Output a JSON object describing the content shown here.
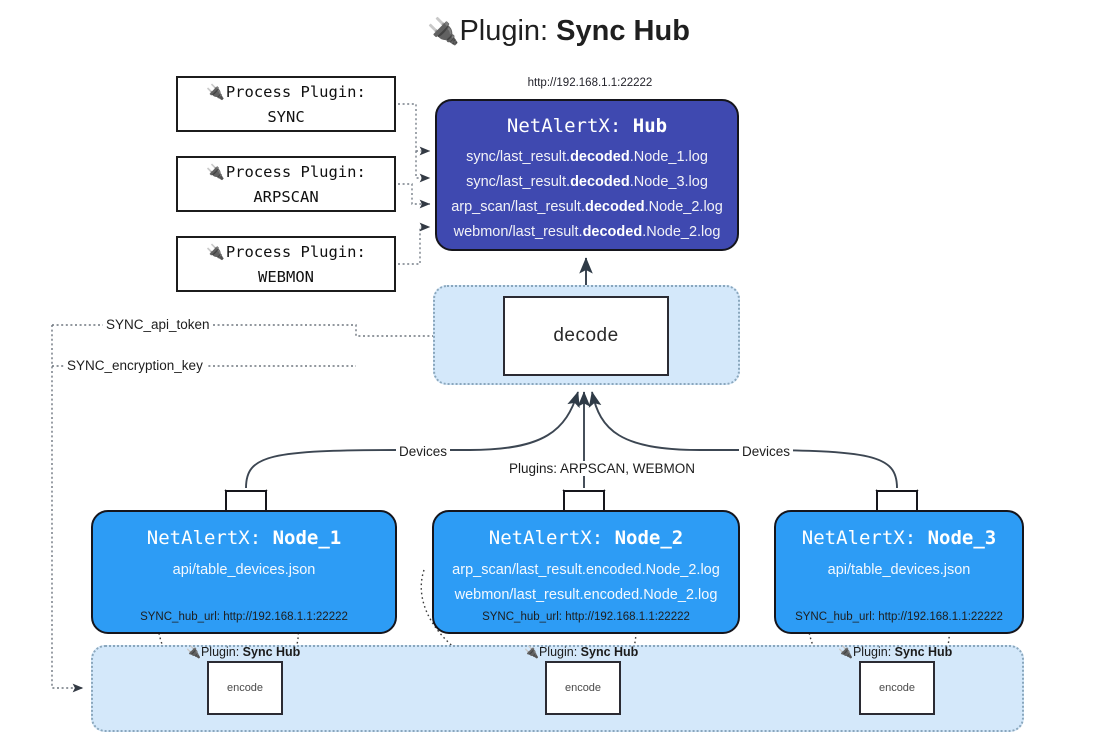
{
  "title": {
    "icon": "plug-icon",
    "prefix": "Plugin: ",
    "name": "Sync Hub"
  },
  "hub": {
    "url": "http://192.168.1.1:22222",
    "label_prefix": "NetAlertX: ",
    "label_name": "Hub",
    "log_lines": [
      {
        "pre": "sync/last_result.",
        "mid": "decoded",
        "post": ".Node_1.log"
      },
      {
        "pre": "sync/last_result.",
        "mid": "decoded",
        "post": ".Node_3.log"
      },
      {
        "pre": "arp_scan/last_result.",
        "mid": "decoded",
        "post": ".Node_2.log"
      },
      {
        "pre": "webmon/last_result.",
        "mid": "decoded",
        "post": ".Node_2.log"
      }
    ]
  },
  "process_plugins": [
    {
      "icon": "plug-icon",
      "line1": "Process Plugin:",
      "line2": "SYNC"
    },
    {
      "icon": "plug-icon",
      "line1": "Process Plugin:",
      "line2": "ARPSCAN"
    },
    {
      "icon": "plug-icon",
      "line1": "Process Plugin:",
      "line2": "WEBMON"
    }
  ],
  "decode": {
    "label": "decode"
  },
  "edge_labels": {
    "api_token": "SYNC_api_token",
    "encryption_key": "SYNC_encryption_key",
    "devices_left": "Devices",
    "devices_right": "Devices",
    "plugins_mid": "Plugins: ARPSCAN, WEBMON"
  },
  "nodes": [
    {
      "label_prefix": "NetAlertX: ",
      "label_name": "Node_1",
      "lines": [
        "api/table_devices.json"
      ],
      "footer": "SYNC_hub_url: http://192.168.1.1:22222",
      "envelope_icon": "envelope-icon"
    },
    {
      "label_prefix": "NetAlertX: ",
      "label_name": "Node_2",
      "lines": [
        "arp_scan/last_result.encoded.Node_2.log",
        "webmon/last_result.encoded.Node_2.log"
      ],
      "footer": "SYNC_hub_url: http://192.168.1.1:22222",
      "envelope_icon": "envelope-icon"
    },
    {
      "label_prefix": "NetAlertX: ",
      "label_name": "Node_3",
      "lines": [
        "api/table_devices.json"
      ],
      "footer": "SYNC_hub_url: http://192.168.1.1:22222",
      "envelope_icon": "envelope-icon"
    }
  ],
  "encoders": [
    {
      "caption_icon": "plug-icon",
      "caption_prefix": "Plugin: ",
      "caption_name": "Sync Hub",
      "label": "encode"
    },
    {
      "caption_icon": "plug-icon",
      "caption_prefix": "Plugin: ",
      "caption_name": "Sync Hub",
      "label": "encode"
    },
    {
      "caption_icon": "plug-icon",
      "caption_prefix": "Plugin: ",
      "caption_name": "Sync Hub",
      "label": "encode"
    }
  ],
  "colors": {
    "hub_fill": "#3f49b0",
    "node_fill": "#2d9cf5",
    "cluster_fill": "#d4e8fa",
    "cluster_border": "#8aa7bd",
    "stroke": "#15151c"
  }
}
